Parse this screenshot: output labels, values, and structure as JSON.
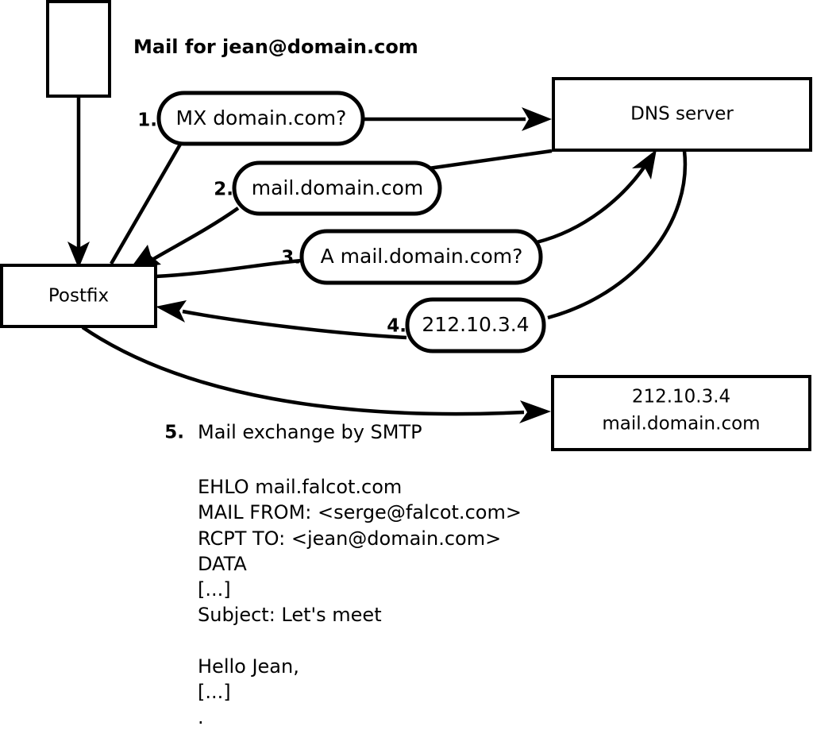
{
  "diagram": {
    "title_caption": "Mail for jean@domain.com",
    "nodes": {
      "mail_source": {
        "label": ""
      },
      "postfix": {
        "label": "Postfix"
      },
      "dns_server": {
        "label": "DNS server"
      },
      "mail_server": {
        "line1": "212.10.3.4",
        "line2": "mail.domain.com"
      }
    },
    "steps": [
      {
        "num": "1.",
        "label": "MX domain.com?"
      },
      {
        "num": "2.",
        "label": "mail.domain.com"
      },
      {
        "num": "3.",
        "label": "A mail.domain.com?"
      },
      {
        "num": "4.",
        "label": "212.10.3.4"
      }
    ],
    "step5": {
      "num": "5.",
      "label": "Mail exchange by SMTP"
    },
    "transcript": [
      "EHLO mail.falcot.com",
      "MAIL FROM: <serge@falcot.com>",
      "RCPT TO: <jean@domain.com>",
      "DATA",
      "[...]",
      "Subject: Let's meet",
      "",
      "Hello Jean,",
      "[...]",
      "",
      "."
    ]
  },
  "colors": {
    "stroke": "#000000",
    "fill": "#ffffff",
    "text": "#000000"
  }
}
